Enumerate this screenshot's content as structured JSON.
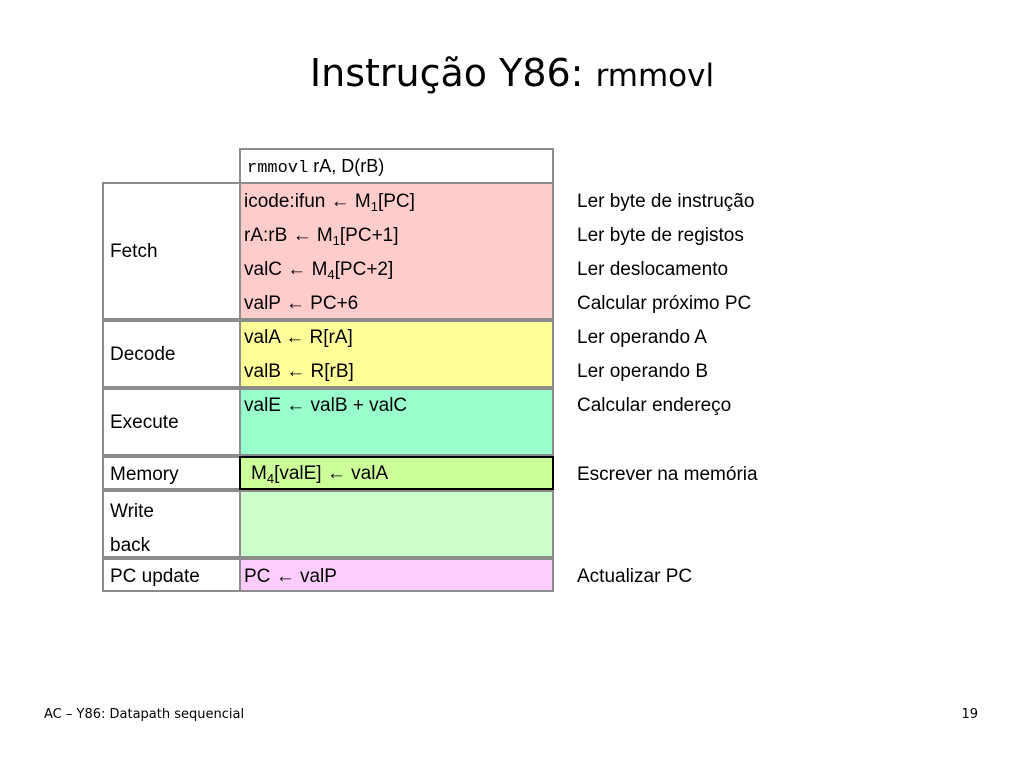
{
  "title": {
    "main": "Instrução Y86: ",
    "sub": "rmmovl"
  },
  "instruction": {
    "mnemonic": "rmmovl",
    "operands": " rA, D(rB)"
  },
  "arrow": "←",
  "stages": {
    "fetch": "Fetch",
    "decode": "Decode",
    "execute": "Execute",
    "memory": "Memory",
    "writeback_line1": "Write",
    "writeback_line2": "back",
    "pc_update": "PC update"
  },
  "ops": {
    "f1": {
      "pre": "icode:ifun ",
      "reg": " M",
      "sub": "1",
      "post": "[PC]"
    },
    "f2": {
      "pre": "rA:rB ",
      "reg": " M",
      "sub": "1",
      "post": "[PC+1]"
    },
    "f3": {
      "pre": "valC ",
      "reg": " M",
      "sub": "4",
      "post": "[PC+2]"
    },
    "f4": {
      "pre": "valP ",
      "post": " PC+6"
    },
    "d1": {
      "pre": "valA ",
      "post": " R[rA]"
    },
    "d2": {
      "pre": "valB ",
      "post": " R[rB]"
    },
    "e1": {
      "pre": "valE ",
      "post": " valB + valC"
    },
    "m1": {
      "reg": "M",
      "sub": "4",
      "mid": "[valE] ",
      "post": " valA"
    },
    "p1": {
      "pre": "PC ",
      "post": " valP"
    }
  },
  "descriptions": {
    "f1": "Ler byte de instrução",
    "f2": "Ler byte de registos",
    "f3": "Ler deslocamento",
    "f4": "Calcular próximo PC",
    "d1": "Ler operando A",
    "d2": "Ler operando B",
    "e1": "Calcular endereço",
    "m1": "Escrever na memória",
    "p1": "Actualizar PC"
  },
  "footer": {
    "left": "AC – Y86: Datapath sequencial",
    "page": "19"
  }
}
